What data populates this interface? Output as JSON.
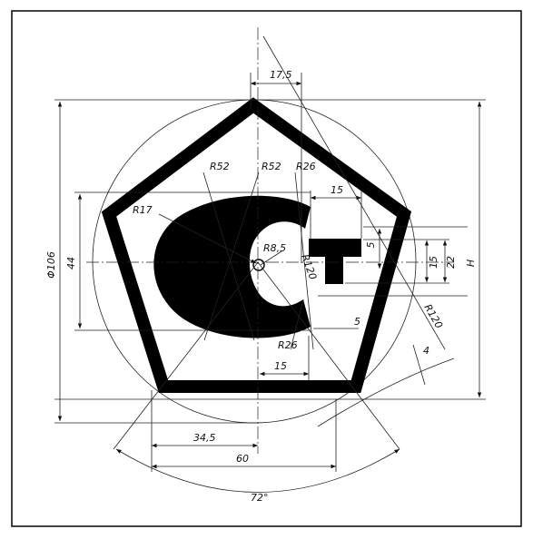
{
  "dimensions": {
    "top_offset": "17,5",
    "r52_left": "R52",
    "r52_right": "R52",
    "r26_upper": "R26",
    "r17": "R17",
    "r8_5": "R8,5",
    "r120_inner": "R120",
    "r120_outer": "R120",
    "r26_lower": "R26",
    "w15_upper": "15",
    "w15_lower": "15",
    "d5_side": "5",
    "d5_bottom": "5",
    "d15_right": "15",
    "d22": "22",
    "h": "H",
    "d44": "44",
    "phi106": "Φ106",
    "w4": "4",
    "w34_5": "34,5",
    "w60": "60",
    "angle72": "72°"
  }
}
